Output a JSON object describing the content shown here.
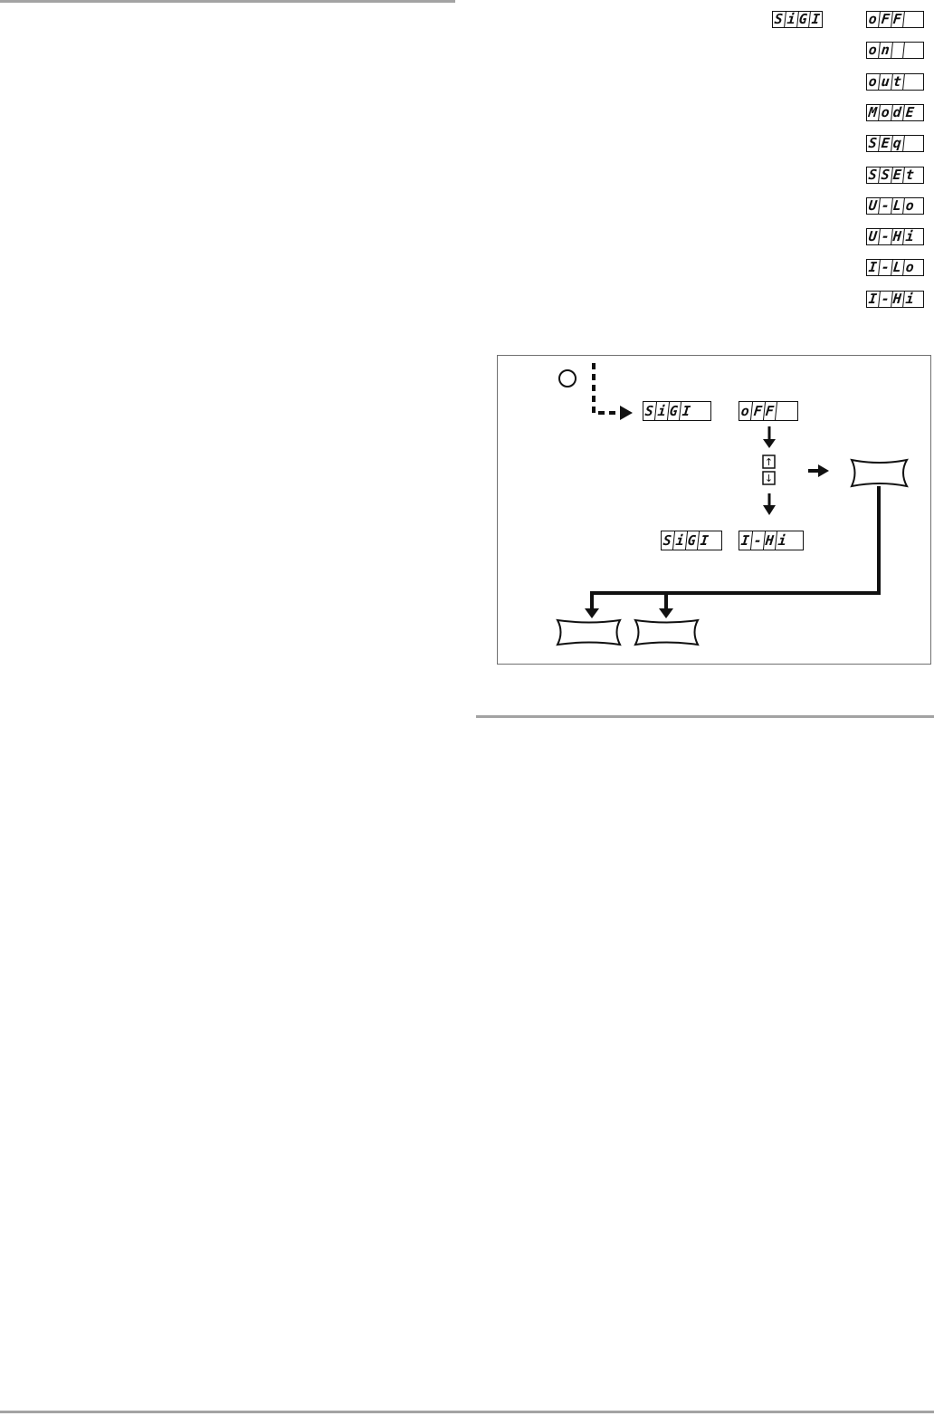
{
  "settings_list": {
    "header_display": "SiGI",
    "options": [
      "oFF",
      "on",
      "out",
      "ModE",
      "SEq",
      "SSEt",
      "U-Lo",
      "U-Hi",
      "I-Lo",
      "I-Hi"
    ]
  },
  "flow_diagram": {
    "start_display": {
      "left": "SiGI",
      "right": "oFF"
    },
    "end_display": {
      "left": "SiGI",
      "right": "I-Hi"
    },
    "keys": {
      "up": "↑",
      "down": "↓"
    }
  }
}
